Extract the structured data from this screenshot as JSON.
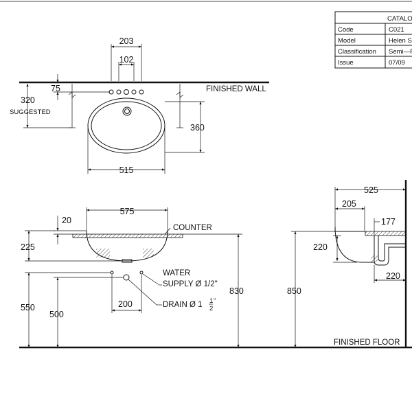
{
  "catalog": {
    "header": "CATALOG",
    "rows": [
      {
        "key": "Code",
        "value": "C021"
      },
      {
        "key": "Model",
        "value": "Helen  S"
      },
      {
        "key": "Classification",
        "value": "Semi—R"
      },
      {
        "key": "Issue",
        "value": "07/09"
      }
    ]
  },
  "top_view": {
    "dim_203": "203",
    "dim_102": "102",
    "dim_75": "75",
    "dim_320": "320",
    "suggested": "SUGGESTED",
    "dim_360": "360",
    "dim_515": "515",
    "finished_wall": "FINISHED WALL"
  },
  "front_view": {
    "dim_575": "575",
    "dim_20": "20",
    "counter": "COUNTER",
    "dim_225": "225",
    "water": "WATER",
    "supply": "SUPPLY Ø 1/2\"",
    "drain_prefix": "DRAIN Ø 1",
    "drain_num": "1",
    "drain_den": "2",
    "drain_suffix": "\"",
    "dim_200": "200",
    "dim_550": "550",
    "dim_500": "500",
    "dim_830": "830"
  },
  "side_view": {
    "dim_525": "525",
    "dim_205": "205",
    "dim_177": "177",
    "dim_220a": "220",
    "dim_220b": "220",
    "dim_850": "850",
    "finished_floor": "FINISHED FLOOR"
  }
}
